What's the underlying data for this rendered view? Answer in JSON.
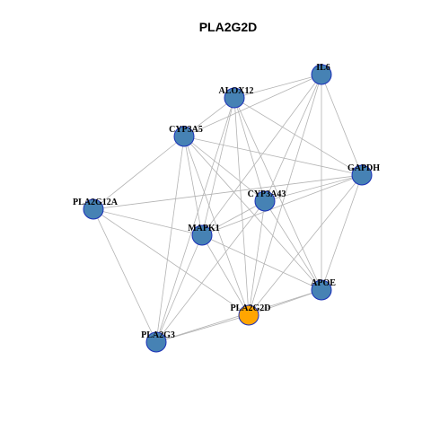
{
  "diagram": {
    "title": "PLA2G2D",
    "colors": {
      "node_default": "#4682B4",
      "node_highlight": "#FFA500",
      "node_border": "#1A2FB8",
      "edge": "#B3B3B3"
    },
    "nodes": [
      {
        "id": "IL6",
        "label": "IL6",
        "highlight": false
      },
      {
        "id": "ALOX12",
        "label": "ALOX12",
        "highlight": false
      },
      {
        "id": "CYP3A5",
        "label": "CYP3A5",
        "highlight": false
      },
      {
        "id": "GAPDH",
        "label": "GAPDH",
        "highlight": false
      },
      {
        "id": "PLA2G12A",
        "label": "PLA2G12A",
        "highlight": false
      },
      {
        "id": "CYP3A43",
        "label": "CYP3A43",
        "highlight": false
      },
      {
        "id": "MAPK1",
        "label": "MAPK1",
        "highlight": false
      },
      {
        "id": "APOE",
        "label": "APOE",
        "highlight": false
      },
      {
        "id": "PLA2G2D",
        "label": "PLA2G2D",
        "highlight": true
      },
      {
        "id": "PLA2G3",
        "label": "PLA2G3",
        "highlight": false
      }
    ],
    "edges": [
      [
        "IL6",
        "ALOX12"
      ],
      [
        "IL6",
        "CYP3A5"
      ],
      [
        "IL6",
        "GAPDH"
      ],
      [
        "IL6",
        "CYP3A43"
      ],
      [
        "IL6",
        "MAPK1"
      ],
      [
        "IL6",
        "APOE"
      ],
      [
        "IL6",
        "PLA2G2D"
      ],
      [
        "ALOX12",
        "CYP3A5"
      ],
      [
        "ALOX12",
        "GAPDH"
      ],
      [
        "ALOX12",
        "CYP3A43"
      ],
      [
        "ALOX12",
        "MAPK1"
      ],
      [
        "ALOX12",
        "APOE"
      ],
      [
        "ALOX12",
        "PLA2G2D"
      ],
      [
        "ALOX12",
        "PLA2G3"
      ],
      [
        "CYP3A5",
        "PLA2G12A"
      ],
      [
        "CYP3A5",
        "GAPDH"
      ],
      [
        "CYP3A5",
        "CYP3A43"
      ],
      [
        "CYP3A5",
        "MAPK1"
      ],
      [
        "CYP3A5",
        "APOE"
      ],
      [
        "CYP3A5",
        "PLA2G2D"
      ],
      [
        "CYP3A5",
        "PLA2G3"
      ],
      [
        "GAPDH",
        "PLA2G12A"
      ],
      [
        "GAPDH",
        "CYP3A43"
      ],
      [
        "GAPDH",
        "MAPK1"
      ],
      [
        "GAPDH",
        "APOE"
      ],
      [
        "GAPDH",
        "PLA2G2D"
      ],
      [
        "PLA2G12A",
        "MAPK1"
      ],
      [
        "PLA2G12A",
        "PLA2G2D"
      ],
      [
        "PLA2G12A",
        "PLA2G3"
      ],
      [
        "CYP3A43",
        "MAPK1"
      ],
      [
        "CYP3A43",
        "APOE"
      ],
      [
        "CYP3A43",
        "PLA2G2D"
      ],
      [
        "CYP3A43",
        "PLA2G3"
      ],
      [
        "MAPK1",
        "APOE"
      ],
      [
        "MAPK1",
        "PLA2G2D"
      ],
      [
        "MAPK1",
        "PLA2G3"
      ],
      [
        "APOE",
        "PLA2G2D"
      ],
      [
        "APOE",
        "PLA2G3"
      ],
      [
        "PLA2G2D",
        "PLA2G3"
      ]
    ]
  }
}
